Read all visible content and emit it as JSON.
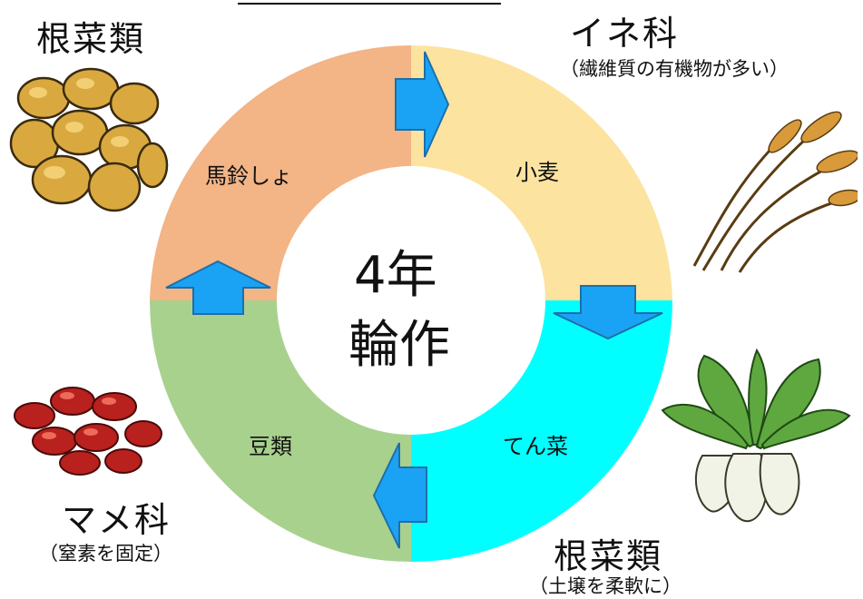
{
  "center": {
    "line1": "4年",
    "line2": "輪作"
  },
  "segments": {
    "potato": {
      "label": "馬鈴しょ",
      "color": "#f3b486"
    },
    "wheat": {
      "label": "小麦",
      "color": "#fde3a0"
    },
    "beet": {
      "label": "てん菜",
      "color": "#00ffff"
    },
    "beans": {
      "label": "豆類",
      "color": "#a9d18e"
    }
  },
  "arrow_color": "#1aa3f5",
  "corners": {
    "top_left": {
      "title": "根菜類"
    },
    "top_right": {
      "title": "イネ科",
      "note": "（繊維質の有機物が多い）"
    },
    "bottom_left": {
      "title": "マメ科",
      "note": "（窒素を固定）"
    },
    "bottom_right": {
      "title": "根菜類",
      "note": "（土壌を柔軟に）"
    }
  },
  "illustrations": {
    "top_left": "potatoes-icon",
    "top_right": "wheat-icon",
    "bottom_left": "red-beans-icon",
    "bottom_right": "sugar-beet-icon"
  }
}
